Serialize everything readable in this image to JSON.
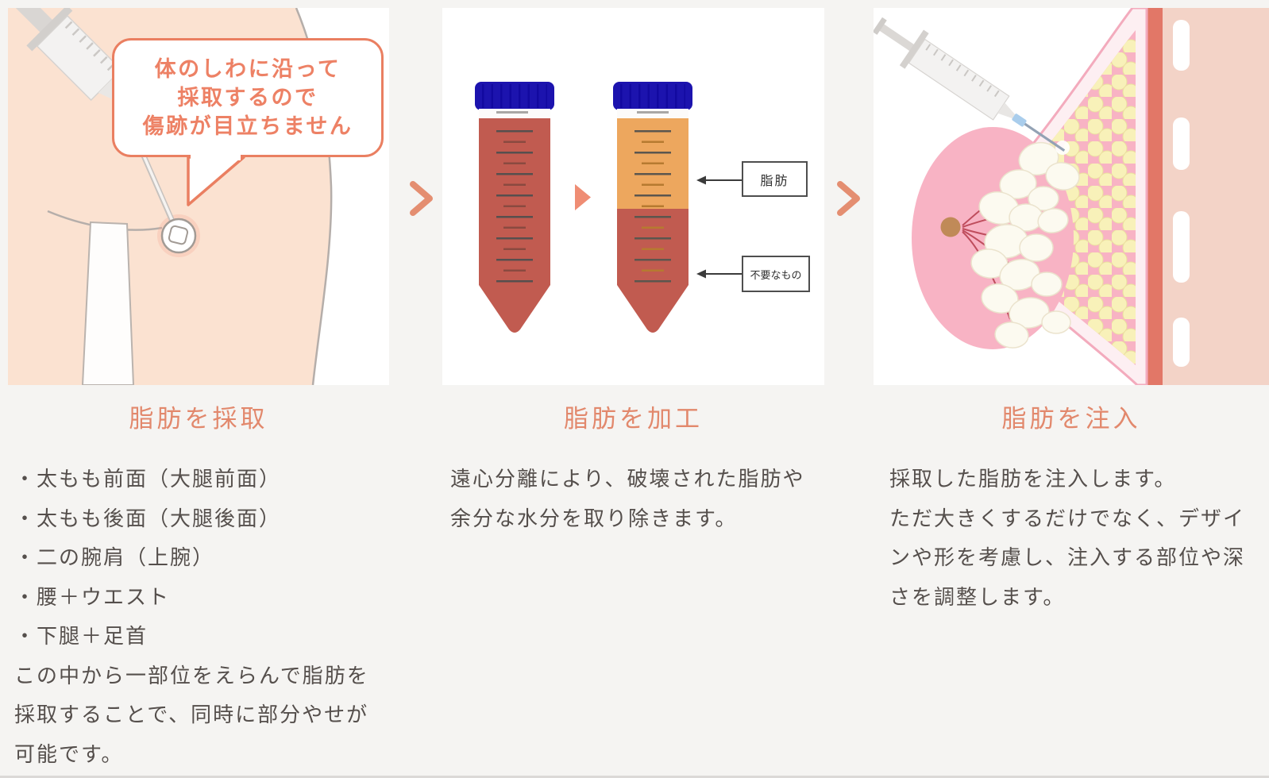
{
  "steps": [
    {
      "title": "脂肪を採取",
      "bubble_lines": [
        "体のしわに沿って",
        "採取するので",
        "傷跡が目立ちません"
      ],
      "lines": [
        "・太もも前面（大腿前面）",
        "・太もも後面（大腿後面）",
        "・二の腕肩（上腕）",
        "・腰＋ウエスト",
        "・下腿＋足首",
        "この中から一部位をえらんで脂肪を",
        "採取することで、同時に部分やせが",
        "可能です。"
      ]
    },
    {
      "title": "脂肪を加工",
      "tube_labels": {
        "fat": "脂肪",
        "waste": "不要なもの"
      },
      "lines": [
        "遠心分離により、破壊された脂肪や",
        "余分な水分を取り除きます。"
      ]
    },
    {
      "title": "脂肪を注入",
      "lines": [
        "採取した脂肪を注入します。",
        "ただ大きくするだけでなく、デザイ",
        "ンや形を考慮し、注入する部位や深",
        "さを調整します。"
      ]
    }
  ],
  "colors": {
    "page_background": "#f5f4f2",
    "accent_coral": "#e48e71",
    "title_coral": "#e2886c",
    "body_text": "#554f4c",
    "bubble_border": "#ea7f61",
    "tube_cap_blue": "#1c13ae",
    "tube_fluid_red": "#c15b50",
    "tube_fat_orange": "#eda75e",
    "skin_peach": "#fbe2d1",
    "breast_pink": "#f8b3c4"
  }
}
